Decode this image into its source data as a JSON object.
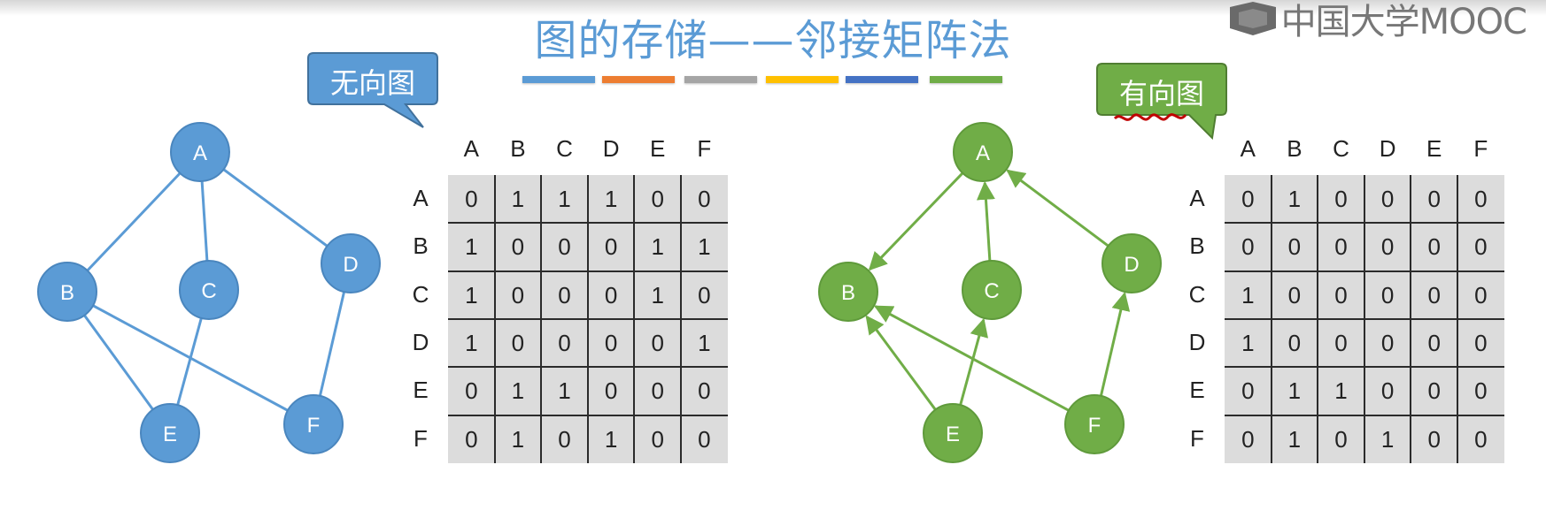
{
  "title": "图的存储——邻接矩阵法",
  "logo": {
    "text": "中国大学MOOC",
    "icon": "mooc-logo-icon"
  },
  "color_bar": [
    "#5b9bd5",
    "#ed7d31",
    "#a5a5a5",
    "#ffc000",
    "#4472c4",
    "#70ad47"
  ],
  "undirected": {
    "callout": "无向图",
    "color": "#5b9bd5",
    "nodes": [
      "A",
      "B",
      "C",
      "D",
      "E",
      "F"
    ],
    "edges": [
      [
        "A",
        "B"
      ],
      [
        "A",
        "C"
      ],
      [
        "A",
        "D"
      ],
      [
        "B",
        "E"
      ],
      [
        "B",
        "F"
      ],
      [
        "C",
        "E"
      ],
      [
        "D",
        "F"
      ]
    ],
    "matrix": {
      "col_headers": [
        "A",
        "B",
        "C",
        "D",
        "E",
        "F"
      ],
      "row_headers": [
        "A",
        "B",
        "C",
        "D",
        "E",
        "F"
      ],
      "rows": [
        [
          "0",
          "1",
          "1",
          "1",
          "0",
          "0"
        ],
        [
          "1",
          "0",
          "0",
          "0",
          "1",
          "1"
        ],
        [
          "1",
          "0",
          "0",
          "0",
          "1",
          "0"
        ],
        [
          "1",
          "0",
          "0",
          "0",
          "0",
          "1"
        ],
        [
          "0",
          "1",
          "1",
          "0",
          "0",
          "0"
        ],
        [
          "0",
          "1",
          "0",
          "1",
          "0",
          "0"
        ]
      ]
    }
  },
  "directed": {
    "callout": "有向图",
    "color": "#70ad47",
    "nodes": [
      "A",
      "B",
      "C",
      "D",
      "E",
      "F"
    ],
    "edges": [
      [
        "A",
        "B"
      ],
      [
        "C",
        "A"
      ],
      [
        "D",
        "A"
      ],
      [
        "E",
        "B"
      ],
      [
        "E",
        "C"
      ],
      [
        "F",
        "B"
      ],
      [
        "F",
        "D"
      ]
    ],
    "matrix": {
      "col_headers": [
        "A",
        "B",
        "C",
        "D",
        "E",
        "F"
      ],
      "row_headers": [
        "A",
        "B",
        "C",
        "D",
        "E",
        "F"
      ],
      "rows": [
        [
          "0",
          "1",
          "0",
          "0",
          "0",
          "0"
        ],
        [
          "0",
          "0",
          "0",
          "0",
          "0",
          "0"
        ],
        [
          "1",
          "0",
          "0",
          "0",
          "0",
          "0"
        ],
        [
          "1",
          "0",
          "0",
          "0",
          "0",
          "0"
        ],
        [
          "0",
          "1",
          "1",
          "0",
          "0",
          "0"
        ],
        [
          "0",
          "1",
          "0",
          "1",
          "0",
          "0"
        ]
      ]
    }
  }
}
